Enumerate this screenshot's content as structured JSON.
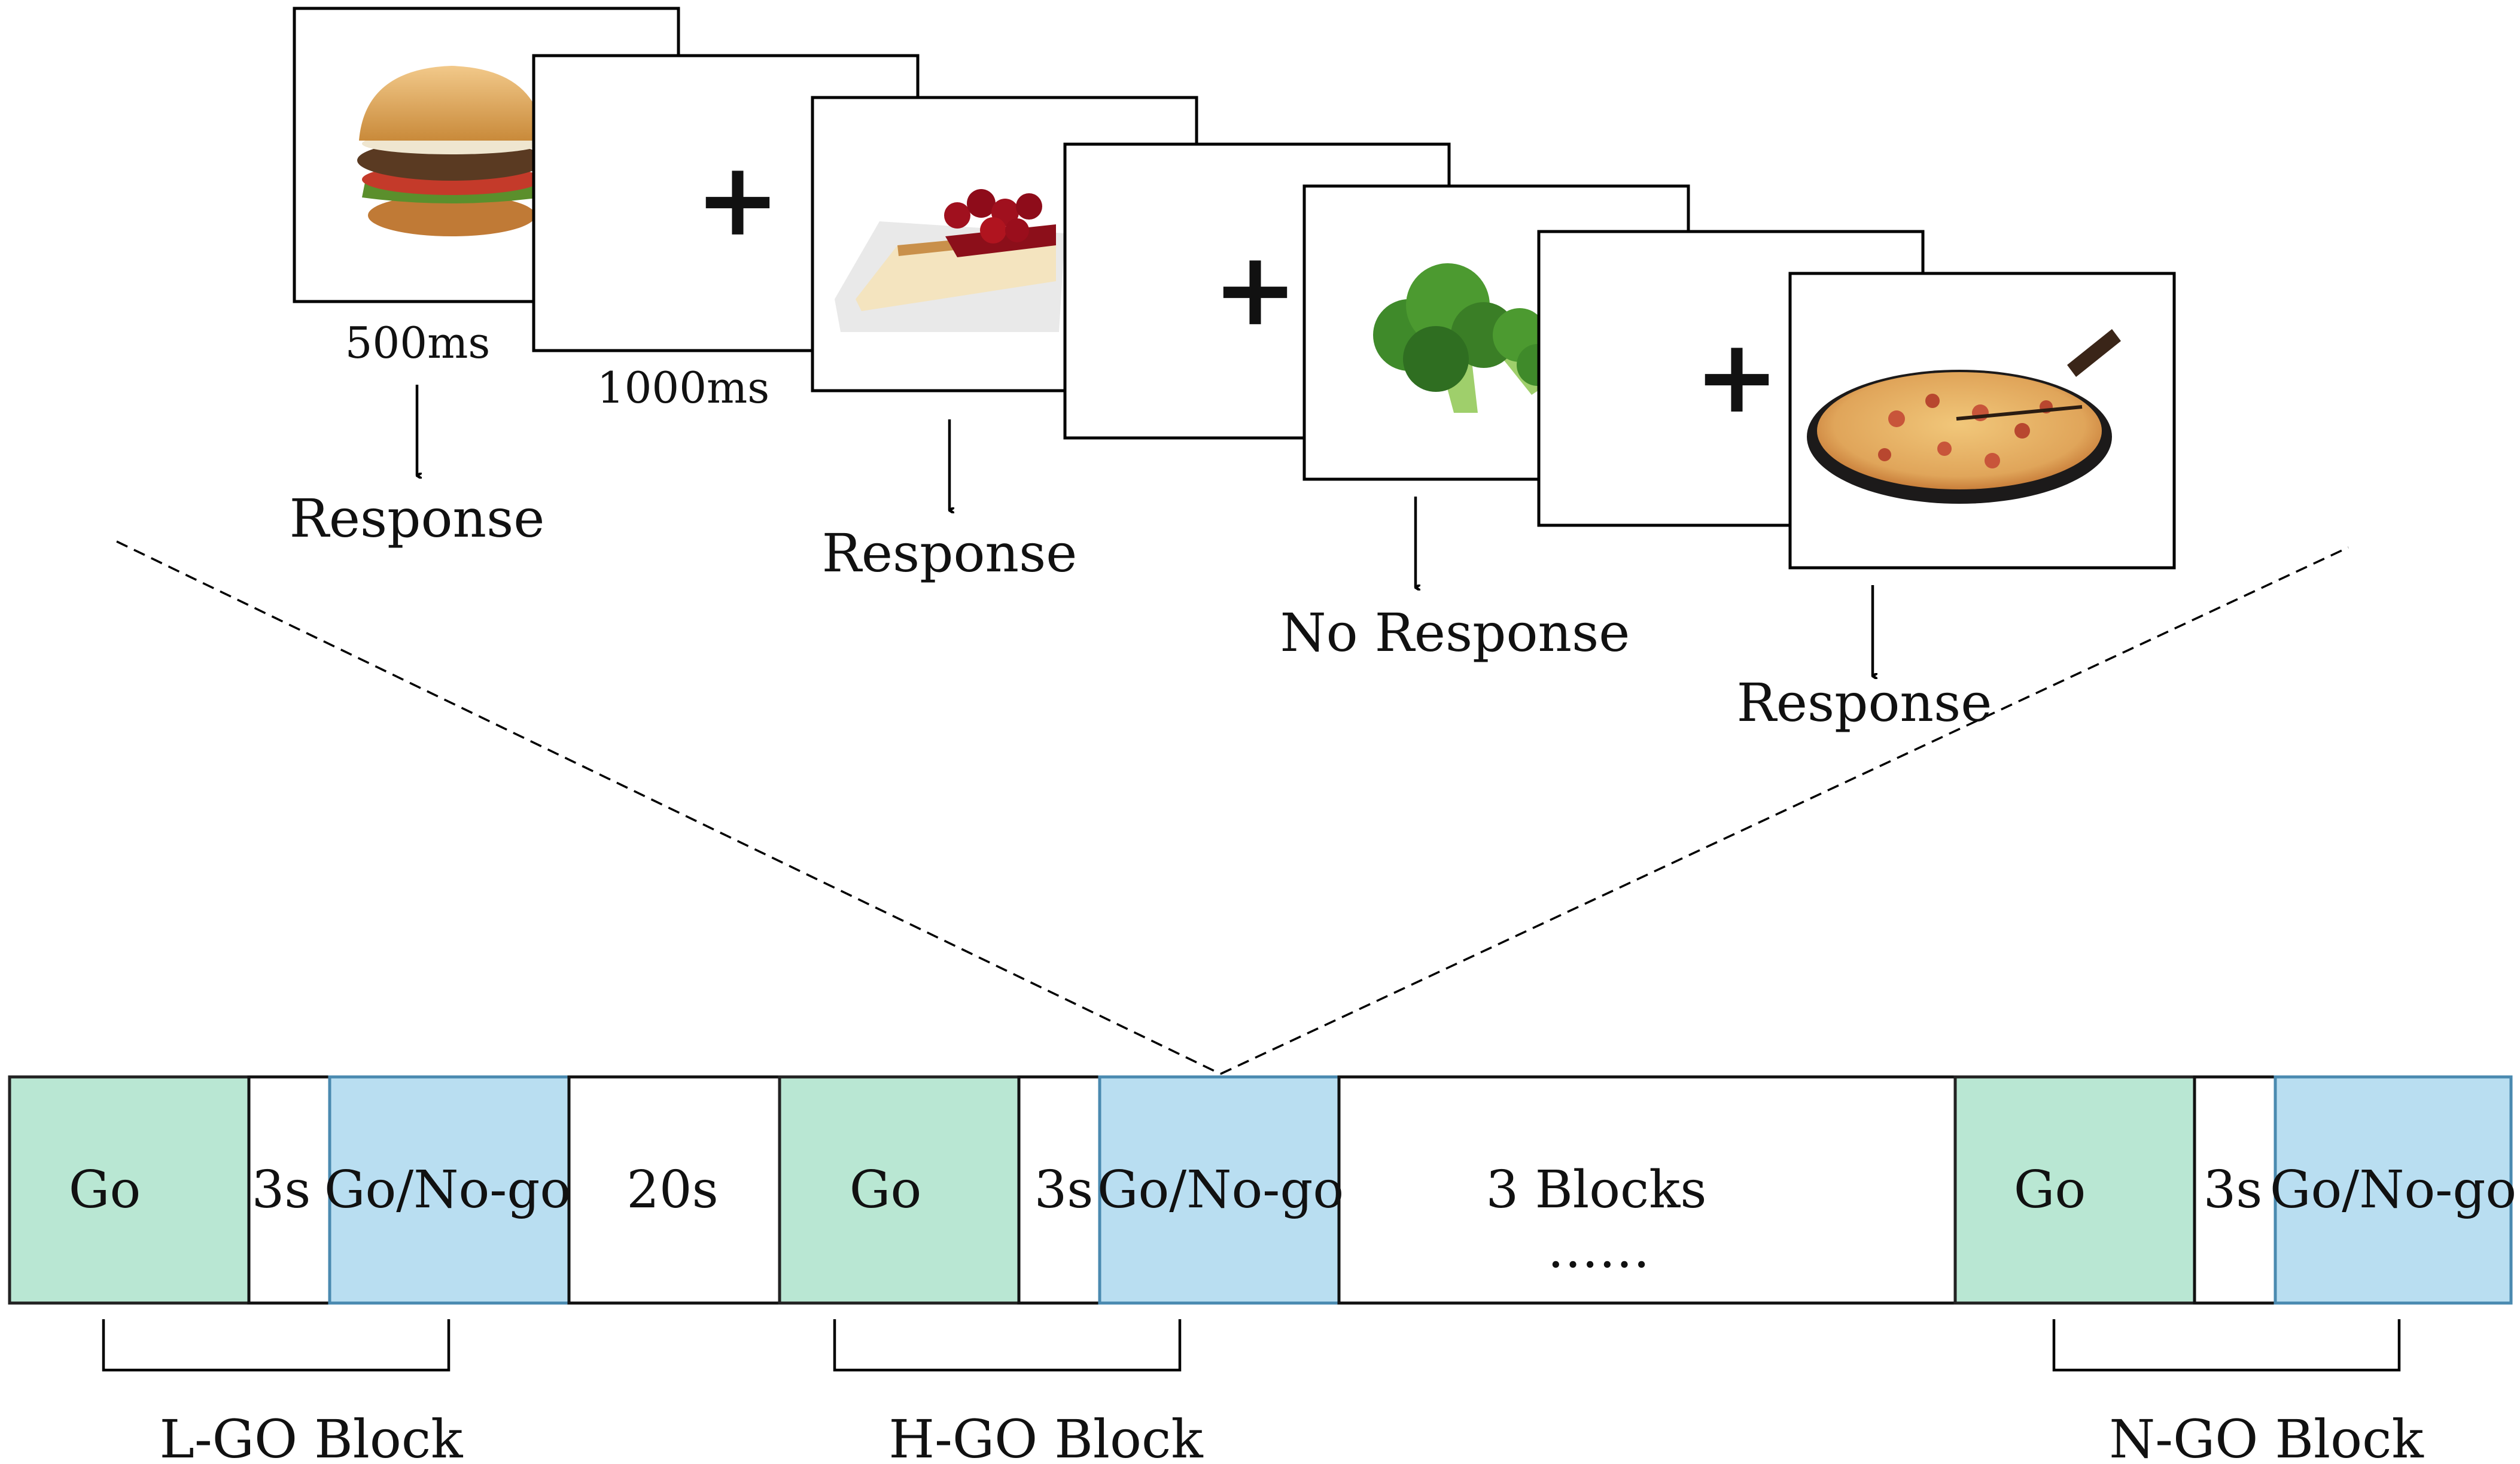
{
  "stimuli": {
    "fixation_symbol": "+",
    "durations": {
      "image": "500ms",
      "fixation": "1000ms"
    },
    "responses": [
      "Response",
      "Response",
      "No Response",
      "Response"
    ],
    "food_images": [
      "burger",
      "cherry-cheesecake",
      "broccoli",
      "pizza"
    ]
  },
  "timeline": {
    "cells": [
      "Go",
      "3s",
      "Go/No-go",
      "20s",
      "Go",
      "3s",
      "Go/No-go",
      "3 Blocks",
      "Go",
      "3s",
      "Go/No-go"
    ],
    "ellipsis": "……",
    "blocks": [
      "L-GO Block",
      "H-GO Block",
      "N-GO Block"
    ]
  },
  "colors": {
    "go": "#b9e7d3",
    "go_nogo": "#b9def1",
    "go_nogo_border": "#4a8ab0"
  }
}
